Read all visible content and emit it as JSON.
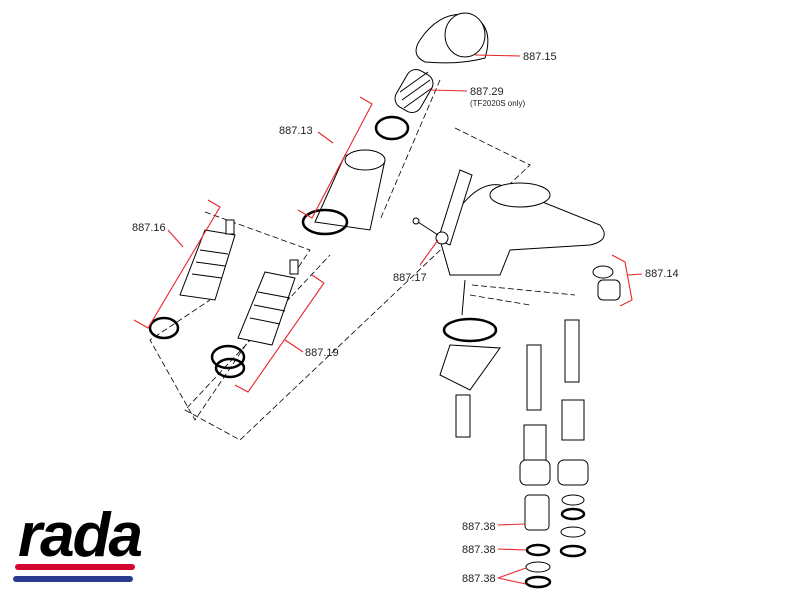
{
  "diagram": {
    "brand": "rada",
    "colors": {
      "accent_red": "#d4052e",
      "accent_blue": "#2a3a8c",
      "leader": "#e8262b"
    },
    "labels": {
      "handle": "887.15",
      "spring": "887.29",
      "spring_note": "(TF2020S only)",
      "cartridge_upper": "887.13",
      "cartridge_left": "887.16",
      "screw": "887.17",
      "aerator": "887.14",
      "cartridge_lower": "887.19",
      "nut": "887.38",
      "washer": "887.38",
      "rings": "887.38"
    }
  }
}
